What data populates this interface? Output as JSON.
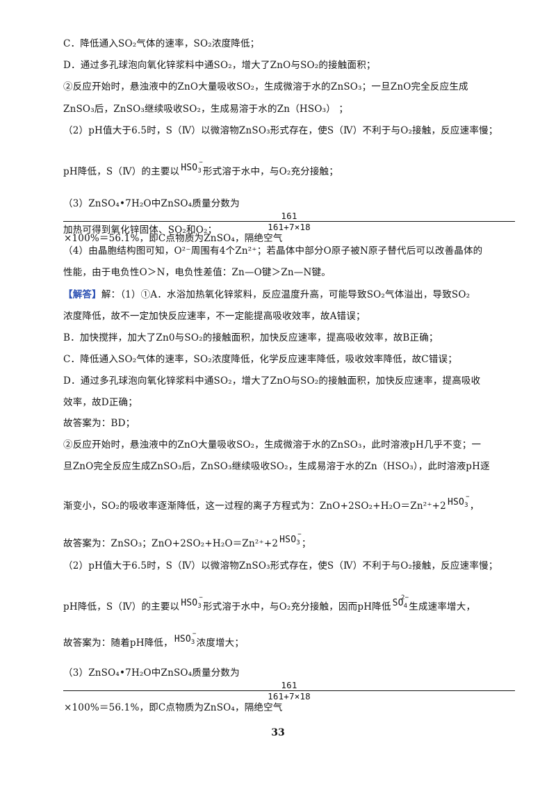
{
  "lines": [
    {
      "id": "l1",
      "text": "C．降低通入SO₂气体的速率，SO₂浓度降低；"
    },
    {
      "id": "l2",
      "text": "D．通过多孔球泡向氧化锌浆料中通SO₂，增大了ZnO与SO₂的接触面积；"
    },
    {
      "id": "l3",
      "text": "②反应开始时，悬浊液中的ZnO大量吸收SO₂，生成微溶于水的ZnSO₃；一旦ZnO完全反应生成"
    },
    {
      "id": "l4",
      "text": "ZnSO₃后，ZnSO₃继续吸收SO₂，生成易溶于水的Zn（HSO₃）  ；"
    },
    {
      "id": "l5",
      "text": "（2）pH值大于6.5时，S（Ⅳ）以微溶物ZnSO₃形式存在，使S（Ⅳ）不利于与O₂接触，反应速率慢；"
    },
    {
      "id": "l6a",
      "text": "pH降低，S（Ⅳ）的主要以"
    },
    {
      "id": "l6b",
      "text": "形式溶于水中，与O₂充分接触；"
    },
    {
      "id": "l7a",
      "text": "（3）ZnSO₄•7H₂O中ZnSO₄质量分数为"
    },
    {
      "id": "l7b",
      "text": "×100%＝56.1%，即C点物质为ZnSO₄，隔绝空气"
    },
    {
      "id": "l8",
      "text": "加热可得到氧化锌固体、SO₂和O₂；"
    },
    {
      "id": "l9",
      "text": "（4）由晶胞结构图可知，O²⁻周围有4个Zn²⁺；若晶体中部分O原子被N原子替代后可以改善晶体的"
    },
    {
      "id": "l10",
      "text": "性能，由于电负性O＞N，电负性差值：Zn—O键＞Zn—N键。"
    },
    {
      "id": "l11a",
      "text": "【解答】"
    },
    {
      "id": "l11b",
      "text": "解：（1）①A．水浴加热氧化锌浆料，反应温度升高，可能导致SO₂气体溢出，导致SO₂"
    },
    {
      "id": "l12",
      "text": "浓度降低，故不一定加快反应速率，不一定能提高吸收效率，故A错误；"
    },
    {
      "id": "l13",
      "text": "B．加快搅拌，加大了Zn0与SO₂的接触面积，加快反应速率，提高吸收效率，故B正确；"
    },
    {
      "id": "l14",
      "text": "C．降低通入SO₂气体的速率，SO₂浓度降低，化学反应速率降低，吸收效率降低，故C错误；"
    },
    {
      "id": "l15",
      "text": "D．通过多孔球泡向氧化锌浆料中通SO₂，增大了ZnO与SO₂的接触面积，加快反应速率，提高吸收"
    },
    {
      "id": "l16",
      "text": "效率，故D正确；"
    },
    {
      "id": "l17",
      "text": "故答案为：BD；"
    },
    {
      "id": "l18",
      "text": "②反应开始时，悬浊液中的ZnO大量吸收SO₂，生成微溶于水的ZnSO₃，此时溶液pH几乎不变；一"
    },
    {
      "id": "l19",
      "text": "旦ZnO完全反应生成ZnSO₃后，ZnSO₃继续吸收SO₂，生成易溶于水的Zn（HSO₃），此时溶液pH逐"
    },
    {
      "id": "l20a",
      "text": "渐变小，SO₂的吸收率逐渐降低，这一过程的离子方程式为：ZnO+2SO₂+H₂O＝Zn²⁺+2"
    },
    {
      "id": "l20b",
      "text": "，"
    },
    {
      "id": "l21a",
      "text": "故答案为：ZnSO₃；ZnO+2SO₂+H₂O＝Zn²⁺+2"
    },
    {
      "id": "l21b",
      "text": "；"
    },
    {
      "id": "l22",
      "text": "（2）pH值大于6.5时，S（Ⅳ）以微溶物ZnSO₃形式存在，使S（Ⅳ）不利于与O₂接触，反应速率慢；"
    },
    {
      "id": "l23a",
      "text": "pH降低，S（Ⅳ）的主要以"
    },
    {
      "id": "l23b",
      "text": "形式溶于水中，与O₂充分接触，因而pH降低"
    },
    {
      "id": "l23c",
      "text": "生成速率增大，"
    },
    {
      "id": "l24a",
      "text": "故答案为：随着pH降低，"
    },
    {
      "id": "l24b",
      "text": "浓度增大；"
    },
    {
      "id": "l25a",
      "text": "（3）ZnSO₄•7H₂O中ZnSO₄质量分数为"
    },
    {
      "id": "l25b",
      "text": "×100%＝56.1%，即C点物质为ZnSO₄，隔绝空气"
    }
  ],
  "ions": {
    "hso3": {
      "base": "HSO",
      "sub": "3",
      "charge": "−"
    },
    "so4": {
      "base": "SO",
      "sub": "4",
      "charge": "2−"
    }
  },
  "fraction": {
    "numerator": "161",
    "denominator": "161+7×18"
  },
  "page_number": "33"
}
